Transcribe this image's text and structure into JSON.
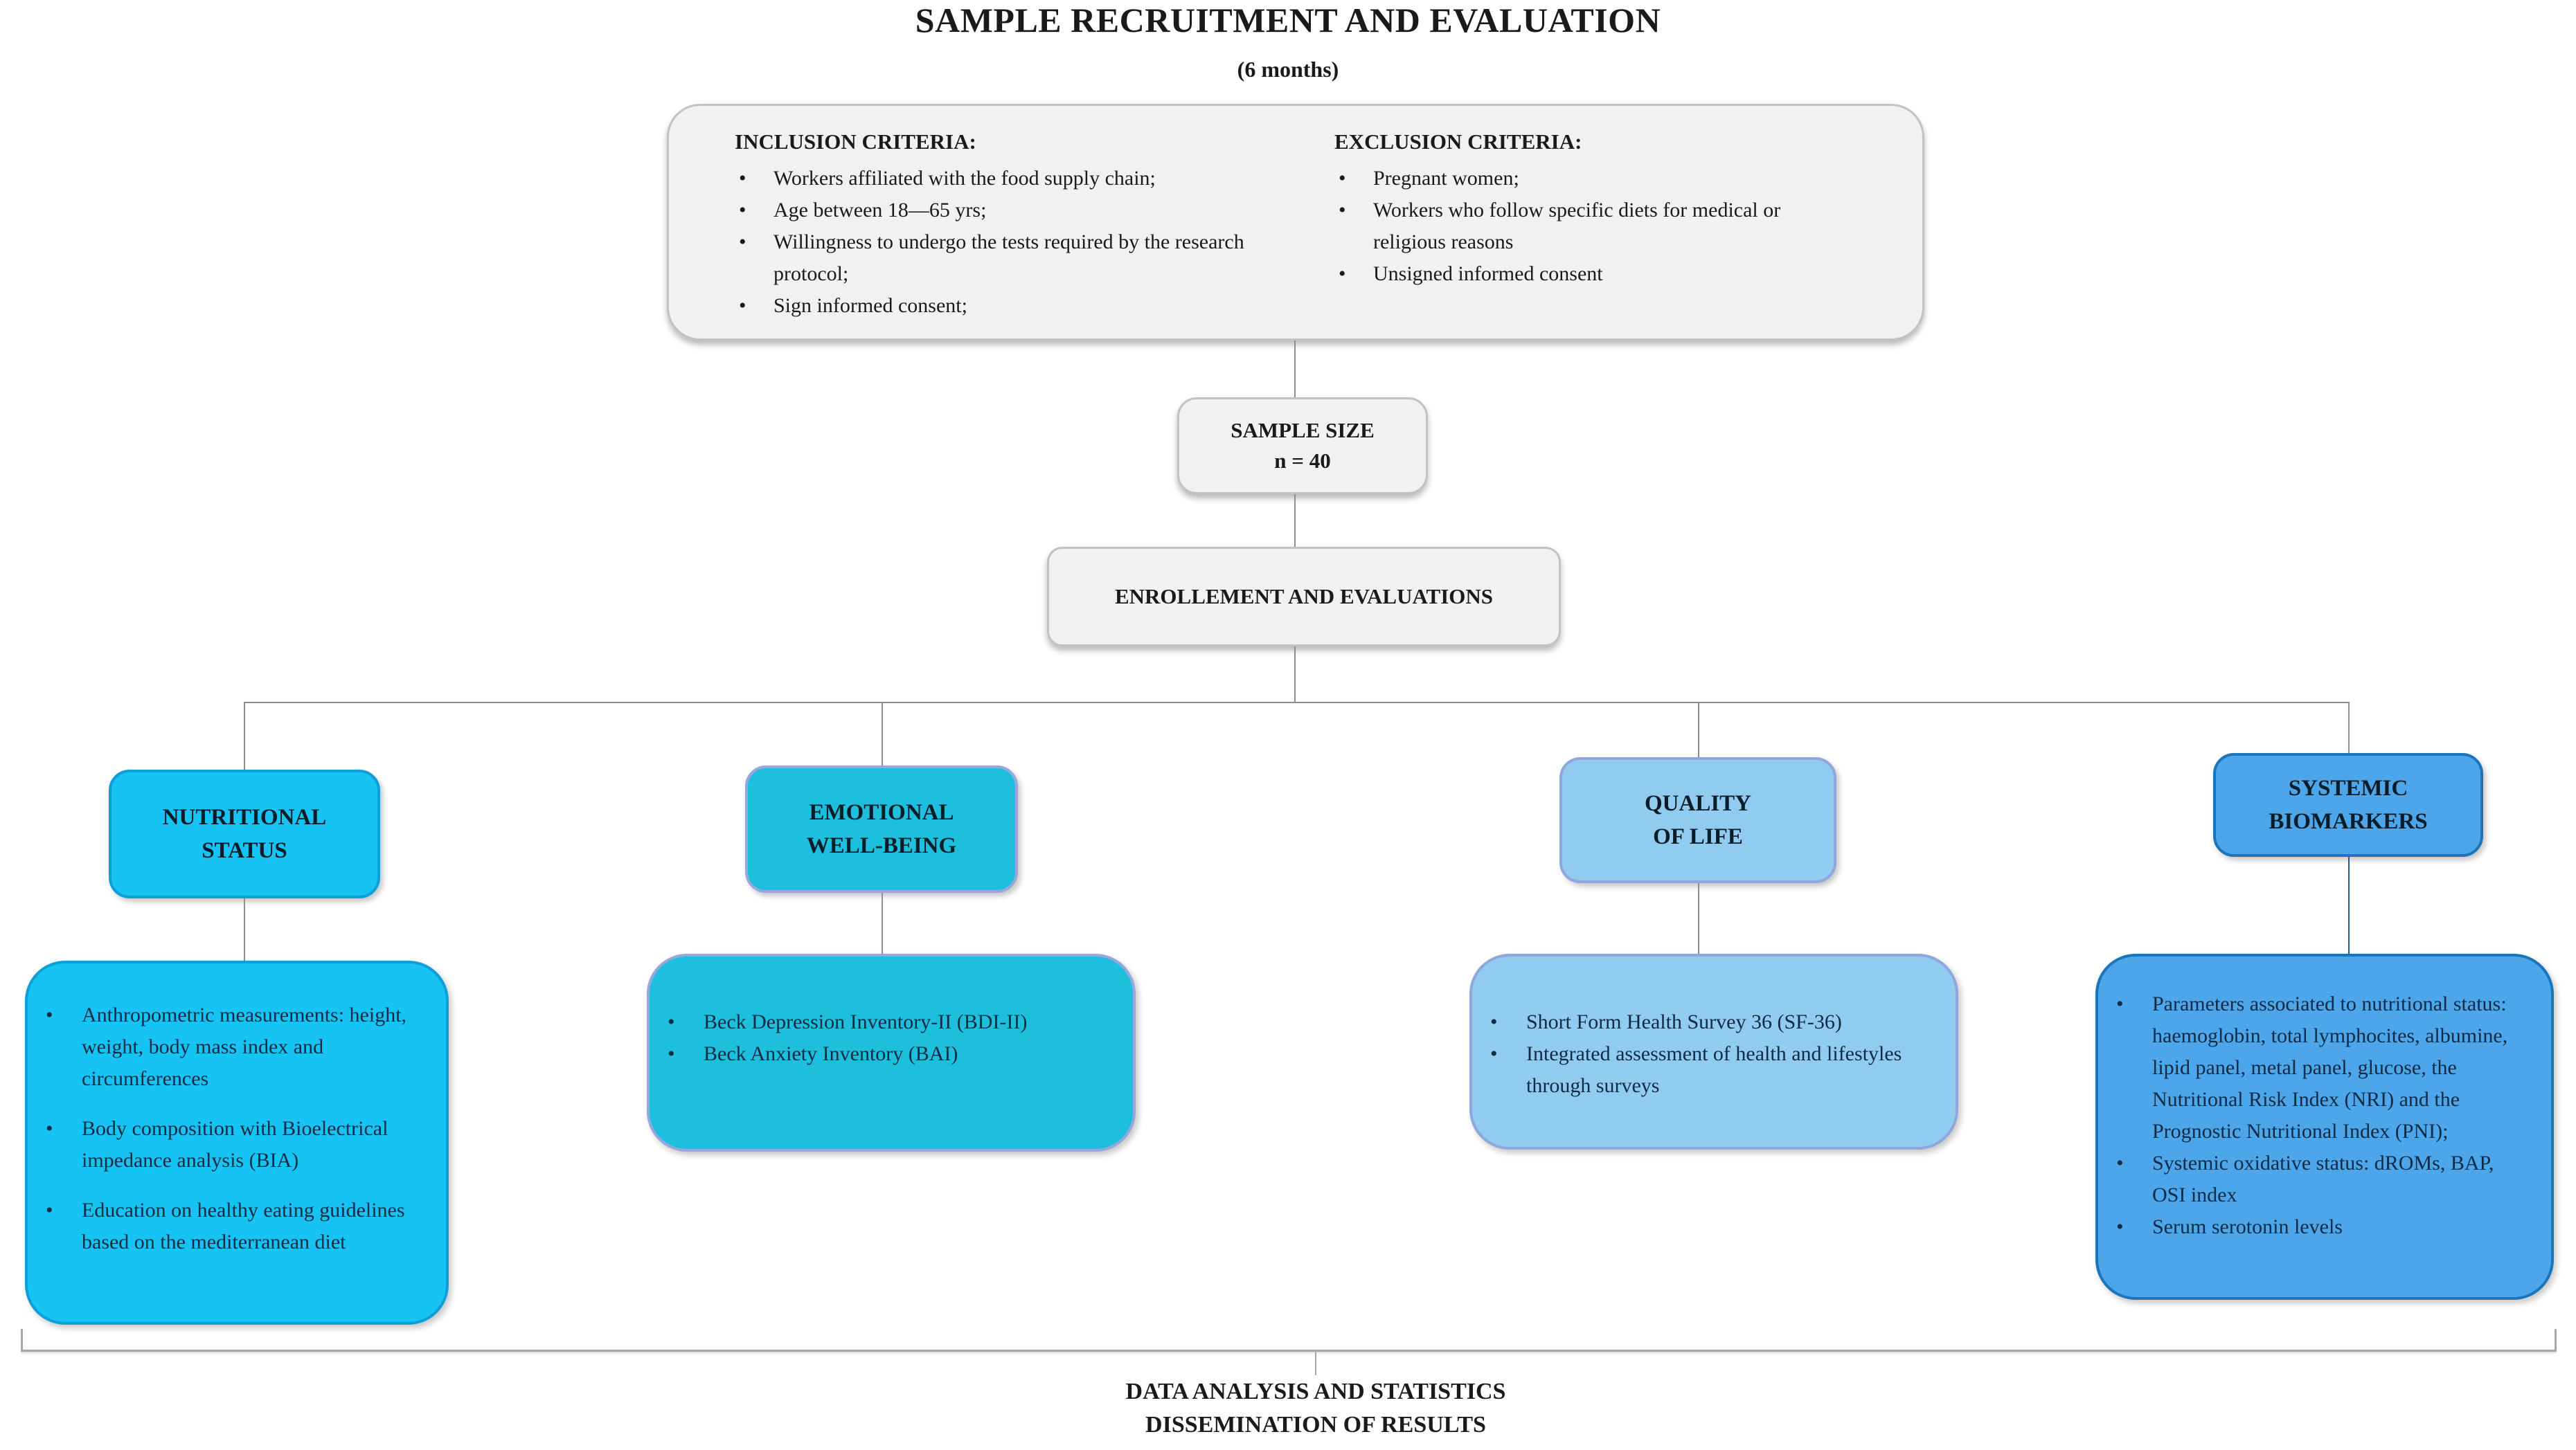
{
  "title": "SAMPLE RECRUITMENT AND EVALUATION",
  "subtitle": "(6 months)",
  "criteria": {
    "inclusion": {
      "heading": "INCLUSION CRITERIA:",
      "items": [
        "Workers affiliated with the food supply chain;",
        "Age between 18—65 yrs;",
        "Willingness to undergo the tests required by the research protocol;",
        "Sign informed consent;"
      ]
    },
    "exclusion": {
      "heading": "EXCLUSION CRITERIA:",
      "items": [
        "Pregnant women;",
        "Workers who follow specific diets for medical or religious reasons",
        "Unsigned informed consent"
      ]
    }
  },
  "sample_size": {
    "label": "SAMPLE SIZE",
    "value": "n = 40"
  },
  "enrollment": {
    "label": "ENROLLEMENT AND EVALUATIONS"
  },
  "branches": [
    {
      "id": "nutritional-status",
      "label": "NUTRITIONAL\nSTATUS",
      "items": [
        "Anthropometric measurements: height, weight, body mass index and circumferences",
        "Body composition with Bioelectrical impedance analysis (BIA)",
        "Education on healthy eating guidelines based on the mediterranean diet"
      ]
    },
    {
      "id": "emotional-well-being",
      "label": "EMOTIONAL\nWELL-BEING",
      "items": [
        "Beck Depression Inventory-II (BDI-II)",
        "Beck Anxiety Inventory (BAI)"
      ]
    },
    {
      "id": "quality-of-life",
      "label": "QUALITY\nOF LIFE",
      "items": [
        "Short Form Health Survey 36 (SF-36)",
        "Integrated assessment of health and lifestyles through surveys"
      ]
    },
    {
      "id": "systemic-biomarkers",
      "label": "SYSTEMIC\nBIOMARKERS",
      "items": [
        "Parameters associated to nutritional status: haemoglobin, total lymphocites, albumine, lipid panel, metal panel, glucose, the Nutritional Risk Index (NRI) and the Prognostic Nutritional Index (PNI);",
        "Systemic oxidative status: dROMs, BAP, OSI index",
        "Serum serotonin levels"
      ]
    }
  ],
  "footer": {
    "line1": "DATA ANALYSIS AND STATISTICS",
    "line2": "DISSEMINATION OF RESULTS"
  },
  "colors": {
    "panel-fill": "#f1f1f1",
    "panel-border": "#c2c2c2",
    "line": "#8f8f8f",
    "nutritional-fill": "#16c3f2",
    "nutritional-border": "#0e9fdb",
    "emotional-fill": "#1ebfdc",
    "emotional-border": "#97a7de",
    "quality-fill": "#92cbf0",
    "quality-border": "#8fa7dc",
    "systemic-fill": "#4ca6e9",
    "systemic-border": "#1b75bc"
  }
}
